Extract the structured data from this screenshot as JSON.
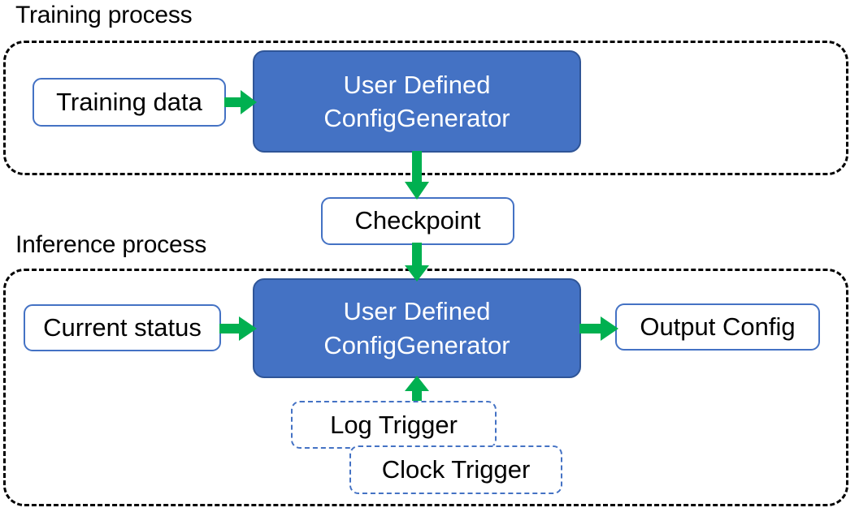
{
  "diagram": {
    "title_training": "Training process",
    "title_inference": "Inference process",
    "colors": {
      "accent_blue": "#4472C4",
      "blue_border": "#2F5597",
      "arrow_green": "#00B050",
      "container_dash": "#000000",
      "box_fill": "#FFFFFF",
      "text_dark": "#000000",
      "text_light": "#FFFFFF"
    },
    "training": {
      "label": "Training process",
      "nodes": {
        "training_data": "Training data",
        "generator_line1": "User Defined",
        "generator_line2": "ConfigGenerator"
      }
    },
    "checkpoint": {
      "label": "Checkpoint"
    },
    "inference": {
      "label": "Inference process",
      "nodes": {
        "current_status": "Current status",
        "generator_line1": "User Defined",
        "generator_line2": "ConfigGenerator",
        "output_config": "Output Config",
        "log_trigger": "Log Trigger",
        "clock_trigger": "Clock Trigger"
      }
    },
    "edges": [
      {
        "name": "training-data-to-generator",
        "from": "Training data",
        "to": "User Defined ConfigGenerator",
        "direction": "right"
      },
      {
        "name": "generator-to-checkpoint",
        "from": "User Defined ConfigGenerator",
        "to": "Checkpoint",
        "direction": "down"
      },
      {
        "name": "checkpoint-to-generator",
        "from": "Checkpoint",
        "to": "User Defined ConfigGenerator",
        "direction": "down"
      },
      {
        "name": "current-status-to-generator",
        "from": "Current status",
        "to": "User Defined ConfigGenerator",
        "direction": "right"
      },
      {
        "name": "generator-to-output",
        "from": "User Defined ConfigGenerator",
        "to": "Output Config",
        "direction": "right"
      },
      {
        "name": "triggers-to-generator",
        "from": "Log Trigger / Clock Trigger",
        "to": "User Defined ConfigGenerator",
        "direction": "up"
      }
    ]
  }
}
